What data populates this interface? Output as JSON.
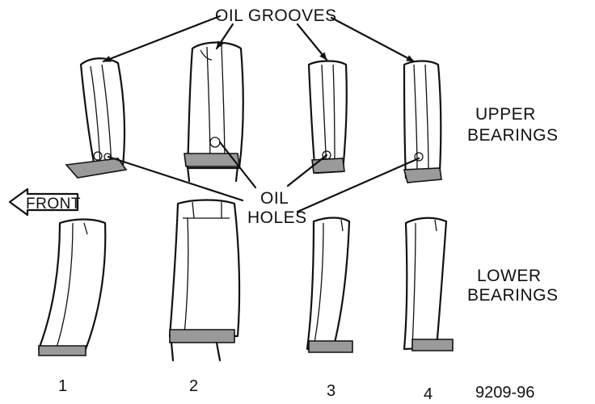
{
  "labels": {
    "oil_grooves": "OIL GROOVES",
    "oil": "OIL",
    "holes": "HOLES",
    "front": "FRONT",
    "upper_line1": "UPPER",
    "upper_line2": "BEARINGS",
    "lower_line1": "LOWER",
    "lower_line2": "BEARINGS",
    "figure_number": "9209-96"
  },
  "positions": [
    "1",
    "2",
    "3",
    "4"
  ]
}
